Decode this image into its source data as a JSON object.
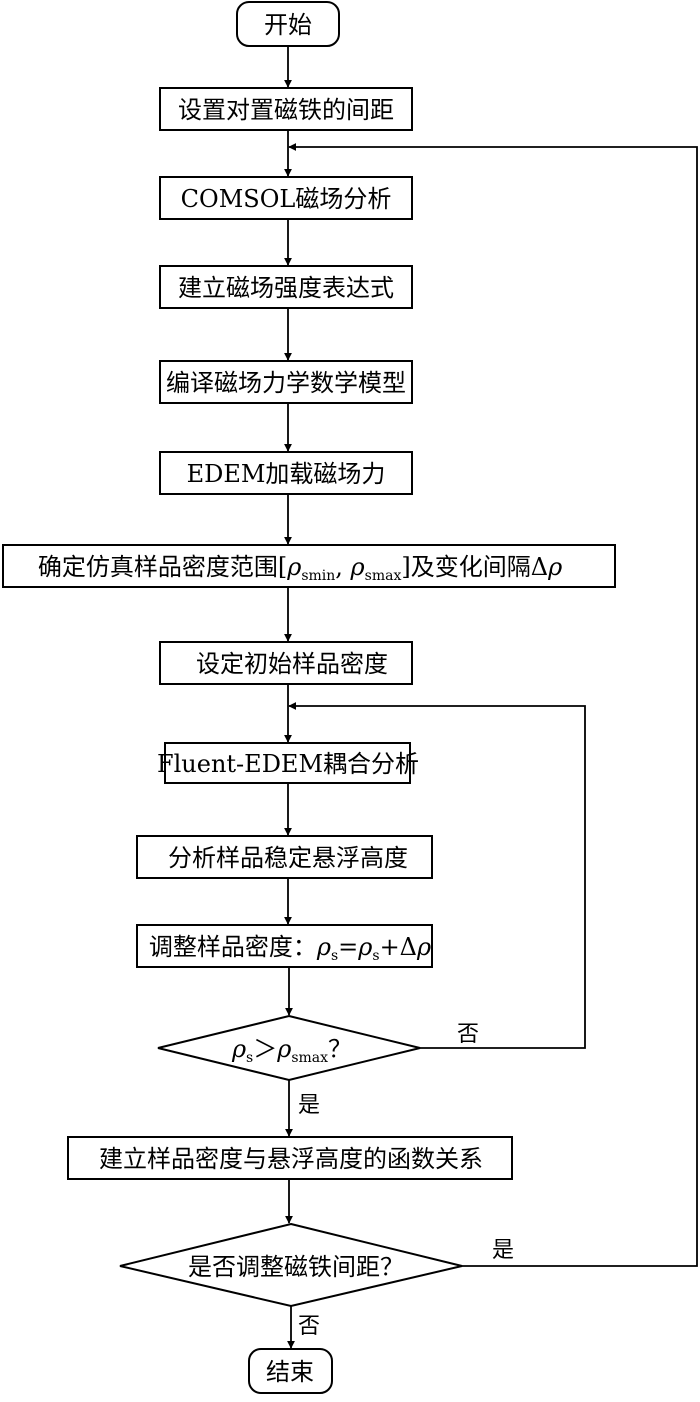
{
  "flowchart": {
    "start": "开始",
    "end": "结束",
    "steps": {
      "s1": "设置对置磁铁的间距",
      "s2": "COMSOL磁场分析",
      "s3": "建立磁场强度表达式",
      "s4": "编译磁场力学数学模型",
      "s5": "EDEM加载磁场力",
      "s6": {
        "prefix": "确定仿真样品密度范围[",
        "rho": "ρ",
        "min_sub": "smin",
        "comma": ", ",
        "max_sub": "smax",
        "suffix": "]及变化间隔Δ",
        "rho2": "ρ"
      },
      "s7": "设定初始样品密度",
      "s8": "Fluent-EDEM耦合分析",
      "s9": "分析样品稳定悬浮高度",
      "s10": {
        "prefix": "调整样品密度：",
        "rho": "ρ",
        "sub": "s",
        "eq": "=",
        "plus": "+Δ"
      },
      "s11": "建立样品密度与悬浮高度的函数关系"
    },
    "decision1": {
      "rho": "ρ",
      "sub_s": "s",
      "gt": "＞",
      "sub_max": "smax",
      "q": "？",
      "yes": "是",
      "no": "否"
    },
    "decision2": {
      "text": "是否调整磁铁间距？",
      "yes": "是",
      "no": "否"
    }
  }
}
